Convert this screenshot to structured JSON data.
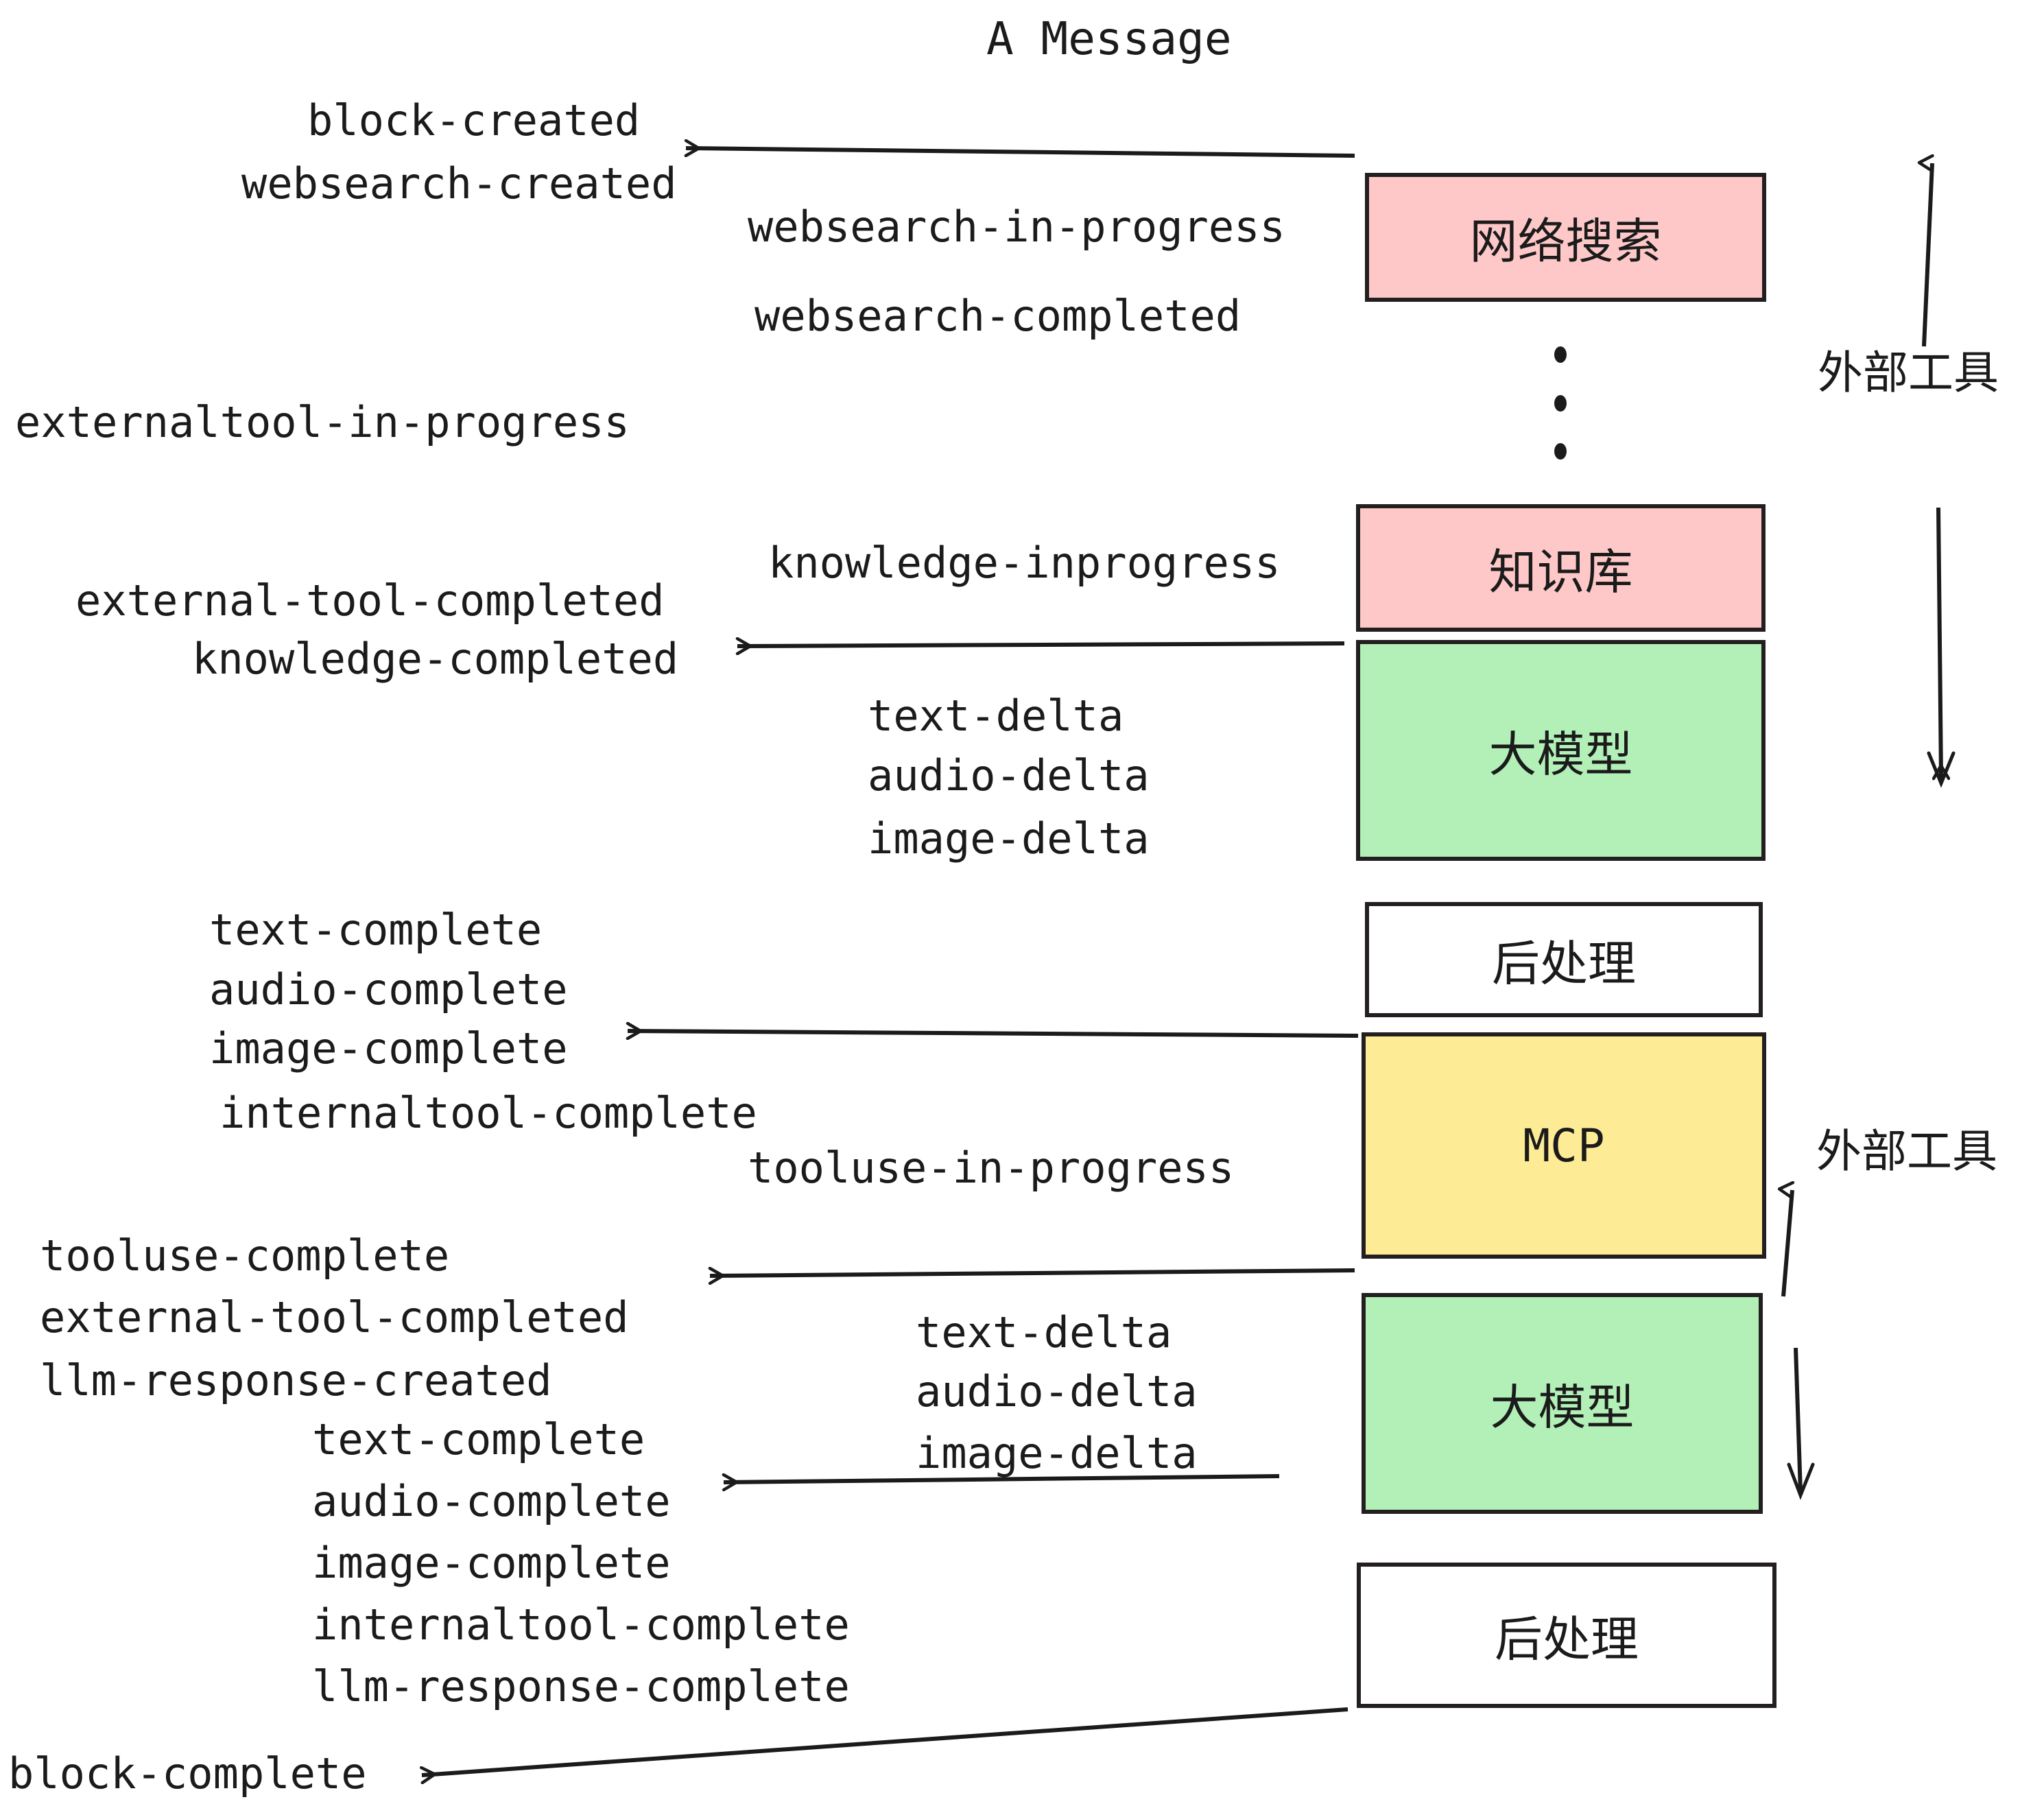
{
  "title": "A Message",
  "boxes": [
    {
      "id": "websearch",
      "label": "网络搜索",
      "color": "#FFC8C8"
    },
    {
      "id": "knowledge",
      "label": "知识库",
      "color": "#FFC8C8"
    },
    {
      "id": "llm-top",
      "label": "大模型",
      "color": "#B2F0B8"
    },
    {
      "id": "postprocess-top",
      "label": "后处理",
      "color": "#FFFFFF"
    },
    {
      "id": "mcp",
      "label": "MCP",
      "color": "#FDEB96"
    },
    {
      "id": "llm-bottom",
      "label": "大模型",
      "color": "#B2F0B8"
    },
    {
      "id": "postprocess-bottom",
      "label": "后处理",
      "color": "#FFFFFF"
    }
  ],
  "side_labels": {
    "external_tool_top": "外部工具",
    "external_tool_bottom": "外部工具"
  },
  "events": {
    "block_created": "block-created",
    "websearch_created": "websearch-created",
    "websearch_in_progress": "websearch-in-progress",
    "websearch_completed": "websearch-completed",
    "externaltool_in_progress": "externaltool-in-progress",
    "knowledge_inprogress": "knowledge-inprogress",
    "external_tool_completed_1": "external-tool-completed",
    "knowledge_completed": "knowledge-completed",
    "text_delta_1": "text-delta",
    "audio_delta_1": "audio-delta",
    "image_delta_1": "image-delta",
    "text_complete_1": "text-complete",
    "audio_complete_1": "audio-complete",
    "image_complete_1": "image-complete",
    "internaltool_complete_1": "internaltool-complete",
    "tooluse_in_progress": "tooluse-in-progress",
    "tooluse_complete": "tooluse-complete",
    "external_tool_completed_2": "external-tool-completed",
    "llm_response_created": "llm-response-created",
    "text_delta_2": "text-delta",
    "audio_delta_2": "audio-delta",
    "image_delta_2": "image-delta",
    "text_complete_2": "text-complete",
    "audio_complete_2": "audio-complete",
    "image_complete_2": "image-complete",
    "internaltool_complete_2": "internaltool-complete",
    "llm_response_complete": "llm-response-complete",
    "block_complete": "block-complete"
  },
  "colors": {
    "pink": "#FFC8C8",
    "green": "#B2F0B8",
    "yellow": "#FDEB96",
    "white": "#FFFFFF",
    "stroke": "#231f20",
    "text": "#1b1b1b"
  }
}
